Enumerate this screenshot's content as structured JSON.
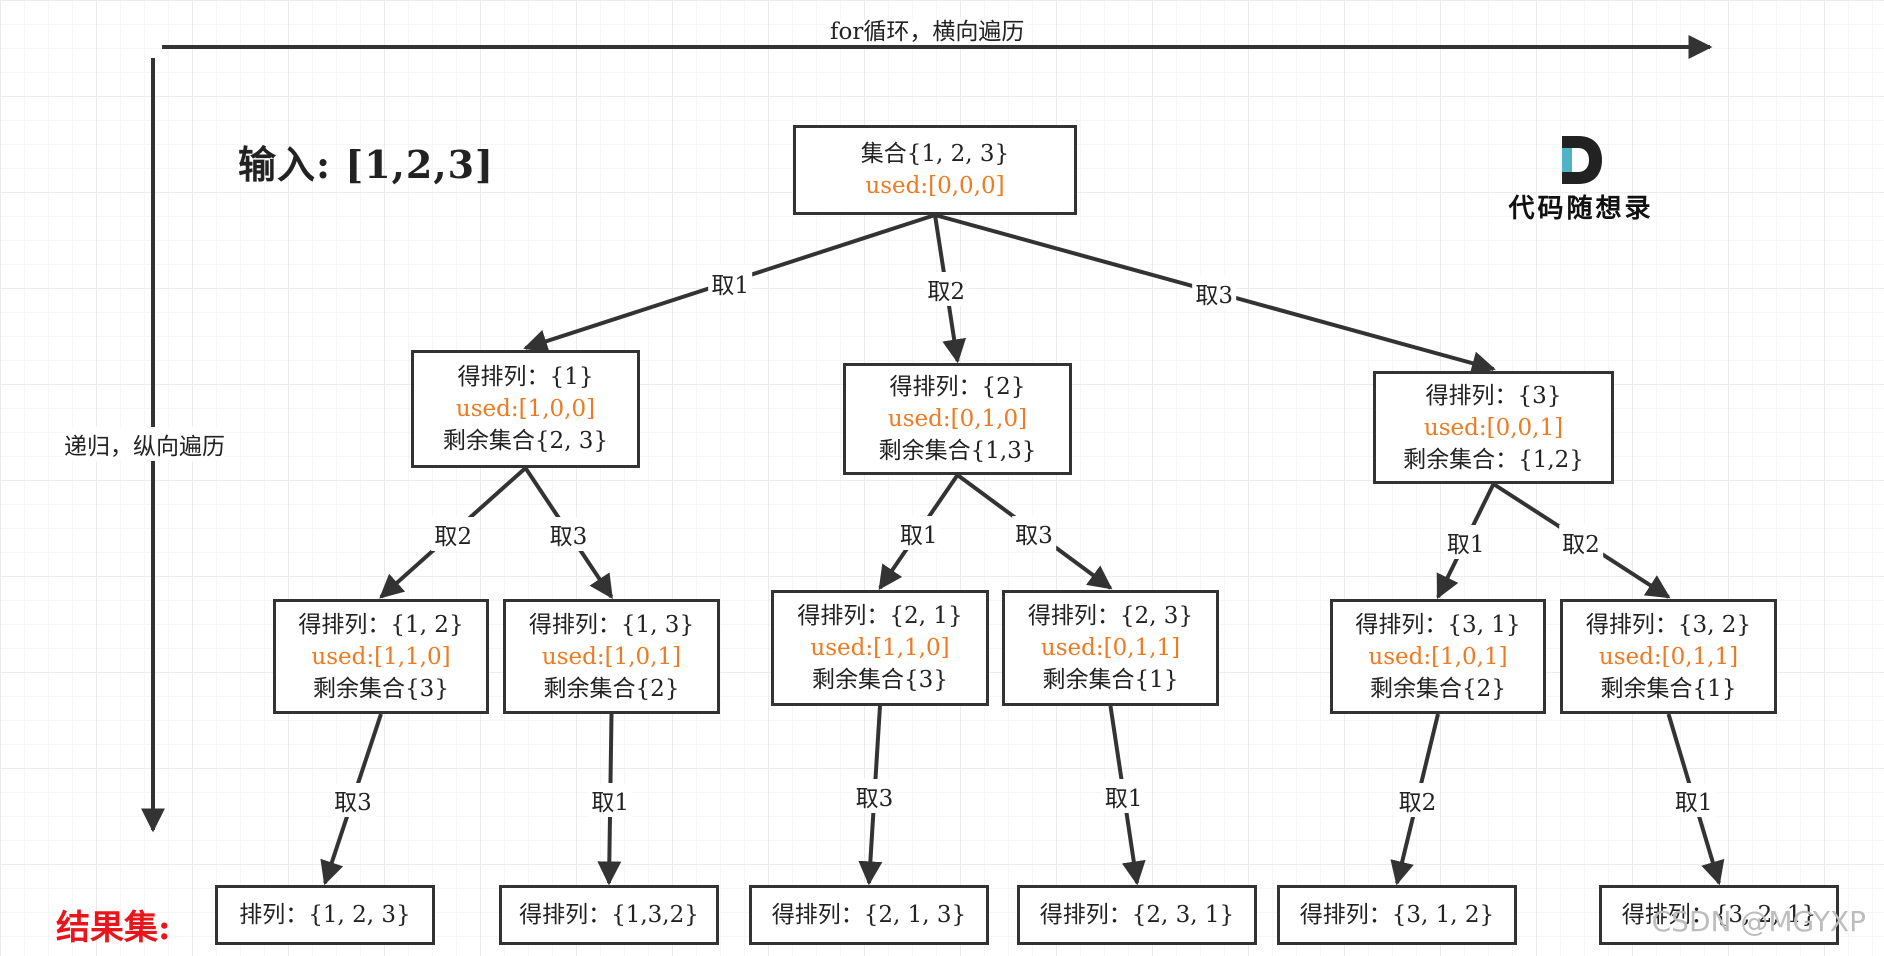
{
  "axes": {
    "horizontal_label": "for循环，横向遍历",
    "vertical_label": "递归，纵向遍历"
  },
  "input_title": "输入: [1,2,3]",
  "result_set_label": "结果集:",
  "logo": {
    "text": "代码随想录"
  },
  "watermark": "CSDN @MGYXP",
  "colors": {
    "used": "#ee7a22",
    "result_label": "#e8161b",
    "line": "#333333"
  },
  "nodes": {
    "root": {
      "lines": [
        "集合{1, 2, 3}",
        "used:[0,0,0]"
      ]
    },
    "n1": {
      "lines": [
        "得排列：{1}",
        "used:[1,0,0]",
        "剩余集合{2, 3}"
      ]
    },
    "n2": {
      "lines": [
        "得排列：{2}",
        "used:[0,1,0]",
        "剩余集合{1,3}"
      ]
    },
    "n3": {
      "lines": [
        "得排列：{3}",
        "used:[0,0,1]",
        "剩余集合：{1,2}"
      ]
    },
    "n12": {
      "lines": [
        "得排列：{1, 2}",
        "used:[1,1,0]",
        "剩余集合{3}"
      ]
    },
    "n13": {
      "lines": [
        "得排列：{1, 3}",
        "used:[1,0,1]",
        "剩余集合{2}"
      ]
    },
    "n21": {
      "lines": [
        "得排列：{2, 1}",
        "used:[1,1,0]",
        "剩余集合{3}"
      ]
    },
    "n23": {
      "lines": [
        "得排列：{2, 3}",
        "used:[0,1,1]",
        "剩余集合{1}"
      ]
    },
    "n31": {
      "lines": [
        "得排列：{3, 1}",
        "used:[1,0,1]",
        "剩余集合{2}"
      ]
    },
    "n32": {
      "lines": [
        "得排列：{3, 2}",
        "used:[0,1,1]",
        "剩余集合{1}"
      ]
    },
    "r1": {
      "lines": [
        "排列：{1, 2, 3}"
      ]
    },
    "r2": {
      "lines": [
        "得排列：{1,3,2}"
      ]
    },
    "r3": {
      "lines": [
        "得排列：{2, 1, 3}"
      ]
    },
    "r4": {
      "lines": [
        "得排列：{2, 3, 1}"
      ]
    },
    "r5": {
      "lines": [
        "得排列：{3, 1, 2}"
      ]
    },
    "r6": {
      "lines": [
        "得排列：{3, 2, 1}"
      ]
    }
  },
  "edges": [
    {
      "from": "root",
      "to": "n1",
      "label": "取1"
    },
    {
      "from": "root",
      "to": "n2",
      "label": "取2"
    },
    {
      "from": "root",
      "to": "n3",
      "label": "取3"
    },
    {
      "from": "n1",
      "to": "n12",
      "label": "取2"
    },
    {
      "from": "n1",
      "to": "n13",
      "label": "取3"
    },
    {
      "from": "n2",
      "to": "n21",
      "label": "取1"
    },
    {
      "from": "n2",
      "to": "n23",
      "label": "取3"
    },
    {
      "from": "n3",
      "to": "n31",
      "label": "取1"
    },
    {
      "from": "n3",
      "to": "n32",
      "label": "取2"
    },
    {
      "from": "n12",
      "to": "r1",
      "label": "取3"
    },
    {
      "from": "n13",
      "to": "r2",
      "label": "取1"
    },
    {
      "from": "n21",
      "to": "r3",
      "label": "取3"
    },
    {
      "from": "n23",
      "to": "r4",
      "label": "取1"
    },
    {
      "from": "n31",
      "to": "r5",
      "label": "取2"
    },
    {
      "from": "n32",
      "to": "r6",
      "label": "取1"
    }
  ]
}
